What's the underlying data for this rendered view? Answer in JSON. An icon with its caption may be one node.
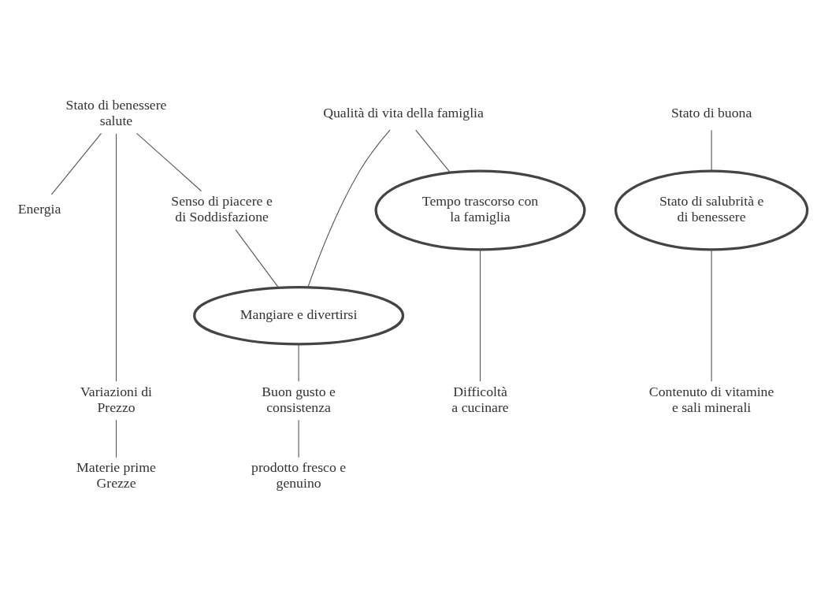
{
  "diagram": {
    "nodes": [
      {
        "text": [
          "Stato di benessere salute"
        ]
      },
      {
        "text": [
          "Qualità di vita della famiglia"
        ]
      },
      {
        "text": [
          "Stato di buona"
        ]
      },
      {
        "text": [
          "Energia"
        ]
      },
      {
        "text": [
          "Senso di piacere e di Soddisfazione"
        ]
      },
      {
        "text": [
          "Tempo trascorso con la famiglia"
        ]
      },
      {
        "text": [
          "Stato di salubrità e di benessere"
        ]
      },
      {
        "text": [
          "Mangiare e divertirsi"
        ]
      },
      {
        "text": [
          "Variazioni di Prezzo"
        ]
      },
      {
        "text": [
          "Buon gusto e consistenza"
        ]
      },
      {
        "text": [
          "Difficoltà a cucinare"
        ]
      },
      {
        "text": [
          "Contenuto di vitamine e sali minerali"
        ]
      },
      {
        "text": [
          "Materie prime Grezze"
        ]
      },
      {
        "text": [
          "prodotto fresco e genuino"
        ]
      }
    ],
    "edges": [
      {
        "from": 0,
        "to": 3,
        "arrow": "none"
      },
      {
        "from": 0,
        "to": 8,
        "arrow": "none"
      },
      {
        "from": 0,
        "to": 4,
        "arrow": "none"
      },
      {
        "from": 1,
        "to": 7,
        "arrow": "none"
      },
      {
        "from": 1,
        "to": 5,
        "arrow": "none"
      },
      {
        "from": 2,
        "to": 6,
        "arrow": "none"
      },
      {
        "from": 4,
        "to": 7,
        "arrow": "none"
      },
      {
        "from": 5,
        "to": 10,
        "arrow": "none"
      },
      {
        "from": 6,
        "to": 11,
        "arrow": "none"
      },
      {
        "from": 7,
        "to": 9,
        "arrow": "none"
      },
      {
        "from": 8,
        "to": 12,
        "arrow": "none"
      },
      {
        "from": 9,
        "to": 13,
        "arrow": "none"
      }
    ]
  }
}
